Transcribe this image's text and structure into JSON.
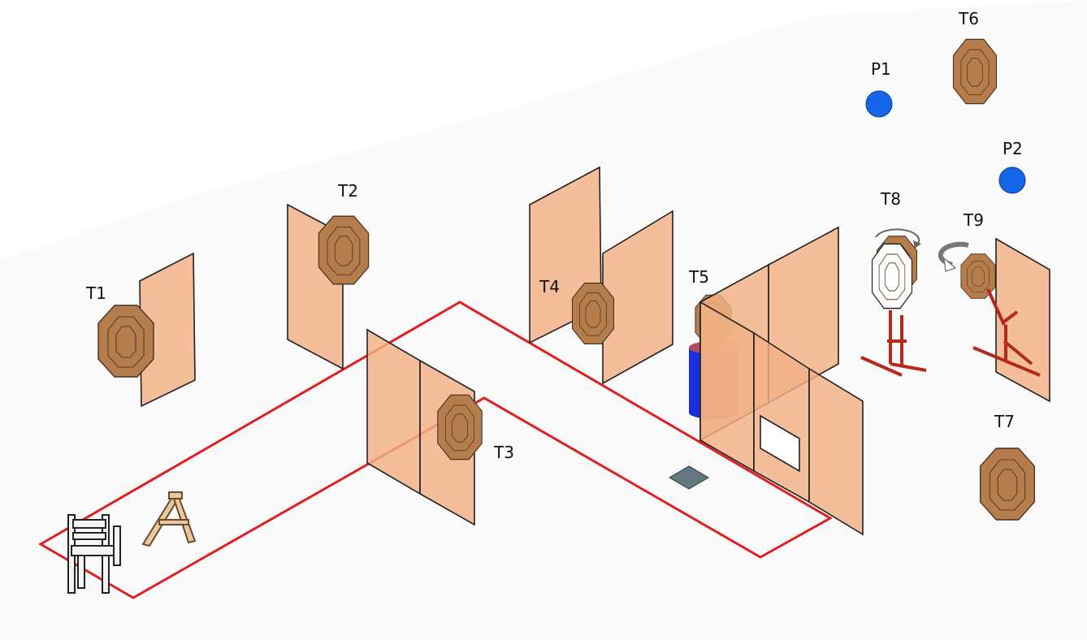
{
  "colors": {
    "fault_line": "#e02020",
    "wall": "#f2b184",
    "target": "#b57d4c",
    "popper": "#1565e8",
    "barrel_side": "#1a2ee0",
    "barrel_top": "#b04a5c",
    "stand": "#b5281c",
    "plate": "#647882"
  },
  "targets": [
    {
      "id": "t1",
      "label": "T1",
      "icon": "paper-target"
    },
    {
      "id": "t2",
      "label": "T2",
      "icon": "paper-target"
    },
    {
      "id": "t3",
      "label": "T3",
      "icon": "paper-target"
    },
    {
      "id": "t4",
      "label": "T4",
      "icon": "paper-target"
    },
    {
      "id": "t5",
      "label": "T5",
      "icon": "paper-target"
    },
    {
      "id": "t6",
      "label": "T6",
      "icon": "paper-target"
    },
    {
      "id": "t7",
      "label": "T7",
      "icon": "paper-target"
    },
    {
      "id": "t8",
      "label": "T8",
      "icon": "swinging-target"
    },
    {
      "id": "t9",
      "label": "T9",
      "icon": "swinging-target"
    }
  ],
  "poppers": [
    {
      "id": "p1",
      "label": "P1",
      "icon": "popper-steel"
    },
    {
      "id": "p2",
      "label": "P2",
      "icon": "popper-steel"
    }
  ],
  "props": [
    "chair",
    "sawhorse",
    "barrel",
    "shooting-box-plate",
    "fault-line",
    "vision-barrier-walls",
    "window-opening"
  ]
}
